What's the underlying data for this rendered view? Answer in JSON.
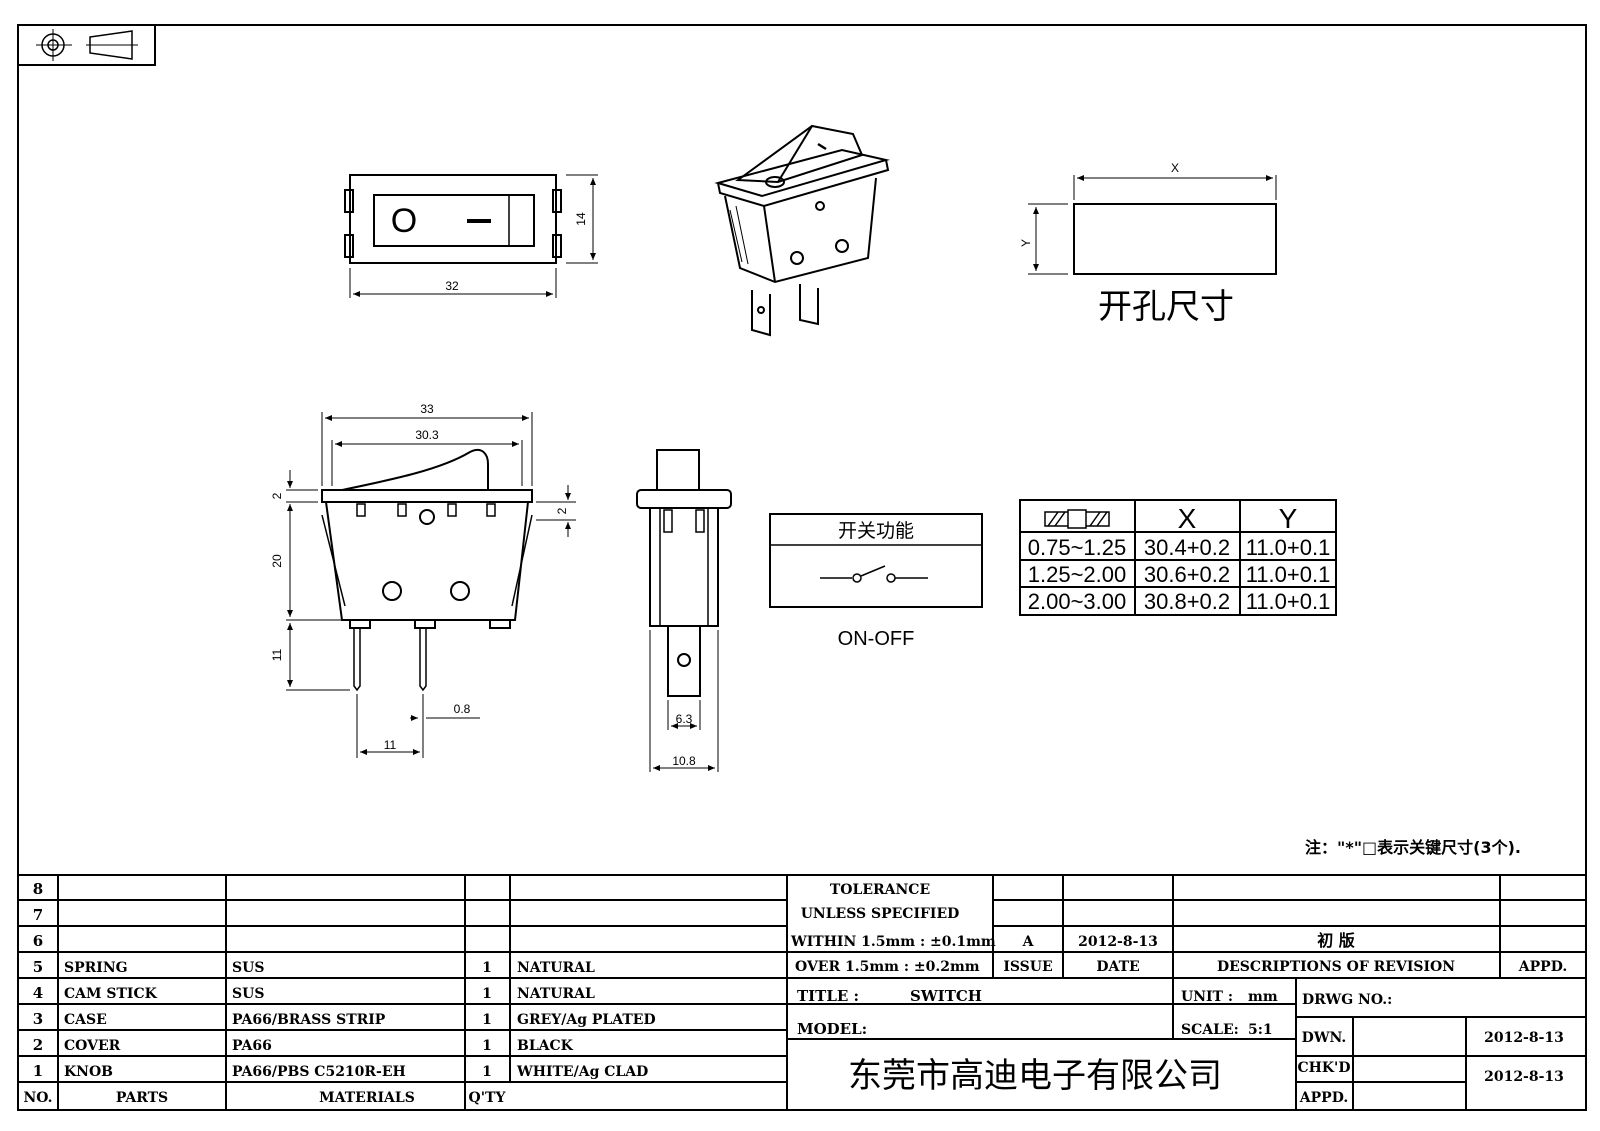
{
  "views": {
    "top_dims": {
      "width": "32",
      "height": "14"
    },
    "knob_symbols": {
      "off": "O",
      "on": "I"
    },
    "cutout": {
      "x_label": "X",
      "y_label": "Y",
      "title": "开孔尺寸"
    },
    "front_dims": {
      "overall": "33",
      "inner": "30.3",
      "top": "2",
      "right_top": "2",
      "body": "20",
      "terminal": "11",
      "pitch": "11",
      "thickness": "0.8"
    },
    "side_dims": {
      "tab": "6.3",
      "overall": "10.8"
    },
    "function_box": {
      "title": "开关功能",
      "mode": "ON-OFF"
    }
  },
  "cutout_table": {
    "headers": [
      "X",
      "Y"
    ],
    "rows": [
      [
        "0.75~1.25",
        "30.4+0.2",
        "11.0+0.1"
      ],
      [
        "1.25~2.00",
        "30.6+0.2",
        "11.0+0.1"
      ],
      [
        "2.00~3.00",
        "30.8+0.2",
        "11.0+0.1"
      ]
    ]
  },
  "note": "注：\"*\"□表示关键尺寸(3个).",
  "bom": {
    "rows": [
      {
        "no": "8",
        "part": "",
        "material": "",
        "qty": "",
        "finish": ""
      },
      {
        "no": "7",
        "part": "",
        "material": "",
        "qty": "",
        "finish": ""
      },
      {
        "no": "6",
        "part": "",
        "material": "",
        "qty": "",
        "finish": ""
      },
      {
        "no": "5",
        "part": "SPRING",
        "material": "SUS",
        "qty": "1",
        "finish": "NATURAL"
      },
      {
        "no": "4",
        "part": "CAM STICK",
        "material": "SUS",
        "qty": "1",
        "finish": "NATURAL"
      },
      {
        "no": "3",
        "part": "CASE",
        "material": "PA66/BRASS STRIP",
        "qty": "1",
        "finish": "GREY/Ag PLATED"
      },
      {
        "no": "2",
        "part": "COVER",
        "material": "PA66",
        "qty": "1",
        "finish": "BLACK"
      },
      {
        "no": "1",
        "part": "KNOB",
        "material": "PA66/PBS C5210R-EH",
        "qty": "1",
        "finish": "WHITE/Ag CLAD"
      }
    ],
    "footer": {
      "no": "NO.",
      "parts": "PARTS",
      "materials": "MATERIALS",
      "qty": "Q'TY"
    }
  },
  "title_block": {
    "tolerance_1": "TOLERANCE",
    "tolerance_2": "UNLESS  SPECIFIED",
    "tolerance_3": "WITHIN 1.5mm : ±0.1mm",
    "tolerance_4": "OVER 1.5mm : ±0.2mm",
    "issue_value": "A",
    "date_value": "2012-8-13",
    "revision_value": "初  版",
    "issue_label": "ISSUE",
    "date_label": "DATE",
    "desc_label": "DESCRIPTIONS OF REVISION",
    "appd_label": "APPD.",
    "title_label": "TITLE :",
    "title_value": "SWITCH",
    "unit_label": "UNIT :",
    "unit_value": "mm",
    "drwg_label": "DRWG NO.:",
    "model_label": "MODEL:",
    "scale_label": "SCALE:",
    "scale_value": "5:1",
    "dwn_label": "DWN.",
    "dwn_date": "2012-8-13",
    "chkd_label": "CHK'D",
    "chkd_date": "2012-8-13",
    "appd2_label": "APPD.",
    "company": "东莞市高迪电子有限公司"
  }
}
